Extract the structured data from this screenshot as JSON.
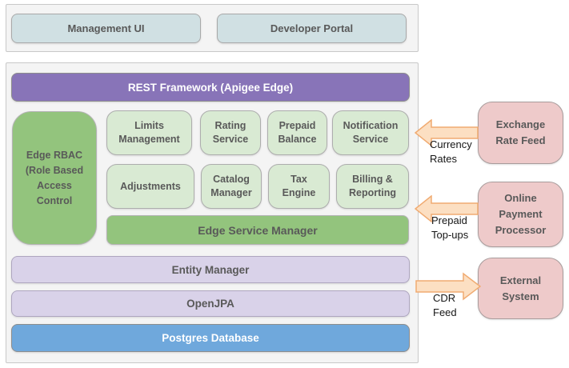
{
  "colors": {
    "panel_bg": "#f4f4f4",
    "panel_border": "#c8c8c8",
    "box_border": "#a9a9a9",
    "teal": "#d0e0e3",
    "purple": "#8874b8",
    "green": "#93c47d",
    "light_green": "#d9ead3",
    "lavender": "#d9d2e9",
    "blue": "#6fa8dc",
    "pink": "#eecaca",
    "arrow_fill": "#fcdfc2",
    "arrow_stroke": "#f0ab72",
    "text_dark": "#595959",
    "text_white": "#ffffff",
    "label_text": "#161616"
  },
  "top_panel": {
    "management_ui": "Management UI",
    "developer_portal": "Developer Portal"
  },
  "main_panel": {
    "rest_framework": "REST Framework (Apigee Edge)",
    "edge_rbac": "Edge RBAC\n(Role Based\nAccess\nControl",
    "services": {
      "limits_management": "Limits\nManagement",
      "rating_service": "Rating\nService",
      "prepaid_balance": "Prepaid\nBalance",
      "notification_service": "Notification\nService",
      "adjustments": "Adjustments",
      "catalog_manager": "Catalog\nManager",
      "tax_engine": "Tax\nEngine",
      "billing_reporting": "Billing &\nReporting"
    },
    "edge_service_manager": "Edge Service Manager",
    "entity_manager": "Entity Manager",
    "openjpa": "OpenJPA",
    "postgres_database": "Postgres Database"
  },
  "external_systems": {
    "exchange_rate_feed": "Exchange\nRate Feed",
    "online_payment_processor": "Online\nPayment\nProcessor",
    "external_system": "External\nSystem"
  },
  "flows": {
    "currency_rates": {
      "label": "Currency\nRates",
      "direction": "left"
    },
    "prepaid_topups": {
      "label": "Prepaid\nTop-ups",
      "direction": "left"
    },
    "cdr_feed": {
      "label": "CDR\nFeed",
      "direction": "right"
    }
  }
}
